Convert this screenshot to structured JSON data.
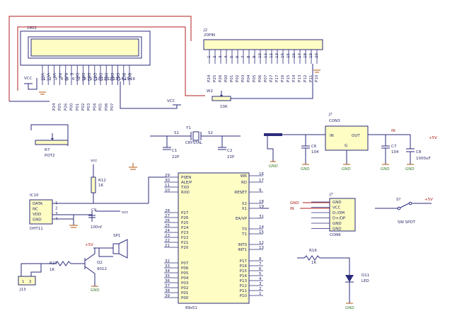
{
  "lcd": {
    "name": "1602",
    "pins": [
      "VSS",
      "VCC",
      "V0",
      "RS",
      "R/W",
      "E",
      "DB0",
      "DB1",
      "DB2",
      "DB3",
      "DB4",
      "DB5",
      "DB6",
      "DB7",
      "BLA",
      "BLK"
    ],
    "pin_numbers": [
      "1",
      "2",
      "3",
      "4",
      "5",
      "6",
      "7",
      "8",
      "9",
      "10",
      "11",
      "12",
      "13",
      "14",
      "15",
      "16"
    ],
    "bus_labels": [
      "P24",
      "P25",
      "P26",
      "P00",
      "P01",
      "P02",
      "P03",
      "P04",
      "P05",
      "P06",
      "P07"
    ]
  },
  "header": {
    "ref": "J2",
    "name": "20PIN",
    "pins": [
      "P24",
      "P25",
      "P26",
      "P00",
      "P01",
      "P02",
      "P03",
      "P04",
      "P05",
      "P06",
      "P07",
      "P27",
      "P17",
      "P16",
      "P15",
      "P14",
      "P13",
      "P12",
      "P11",
      "P10"
    ],
    "pin_numbers": [
      "1",
      "2",
      "3",
      "4",
      "5",
      "6",
      "7",
      "8",
      "9",
      "10",
      "11",
      "12",
      "13",
      "14",
      "15",
      "16",
      "17",
      "18",
      "19",
      "20"
    ]
  },
  "w2": {
    "ref": "W2",
    "value": "10K"
  },
  "vcc_labels": {
    "left": "VCC",
    "mid": "VCC"
  },
  "r7": {
    "ref": "R7",
    "value": "POT2"
  },
  "crystal": {
    "ref": "Y1",
    "value": "CRYSTAL",
    "s1": "S1",
    "s2": "S2"
  },
  "c1": {
    "ref": "C1",
    "value": "22P"
  },
  "c2": {
    "ref": "C2",
    "value": "22P"
  },
  "regulator": {
    "ref": "J?",
    "name": "CON3",
    "in": "IN",
    "out": "OUT",
    "gnd": "G"
  },
  "c6": {
    "ref": "C6",
    "value": "104"
  },
  "c7": {
    "ref": "C7",
    "value": "104"
  },
  "c8": {
    "ref": "C8",
    "value": "1000uF"
  },
  "supply": {
    "in_label": "IN",
    "plus5": "+5V"
  },
  "r12": {
    "ref": "R12",
    "value": "1K",
    "top": "vcc"
  },
  "dht": {
    "ref": "IC10",
    "name": "DHT11",
    "pins": [
      "DATA",
      "NC",
      "VDD",
      "GND"
    ],
    "pin_numbers": [
      "1",
      "2",
      "3",
      "4"
    ]
  },
  "c9": {
    "ref": "C9",
    "value": "100nf",
    "net": "vcc"
  },
  "mcu": {
    "name": "89s51",
    "left_pins": [
      {
        "n": "29",
        "name": "PSEN"
      },
      {
        "n": "30",
        "name": "ALE/P"
      },
      {
        "n": "11",
        "name": "TXD"
      },
      {
        "n": "10",
        "name": "RXD"
      },
      {
        "n": "28",
        "name": "P27"
      },
      {
        "n": "27",
        "name": "P26"
      },
      {
        "n": "26",
        "name": "P25"
      },
      {
        "n": "25",
        "name": "P24"
      },
      {
        "n": "24",
        "name": "P23"
      },
      {
        "n": "23",
        "name": "P22"
      },
      {
        "n": "22",
        "name": "P21"
      },
      {
        "n": "21",
        "name": "P20"
      },
      {
        "n": "32",
        "name": "P07"
      },
      {
        "n": "33",
        "name": "P06"
      },
      {
        "n": "34",
        "name": "P05"
      },
      {
        "n": "35",
        "name": "P04"
      },
      {
        "n": "36",
        "name": "P03"
      },
      {
        "n": "37",
        "name": "P02"
      },
      {
        "n": "38",
        "name": "P01"
      },
      {
        "n": "39",
        "name": "P00"
      }
    ],
    "right_pins": [
      {
        "n": "16",
        "name": "WR"
      },
      {
        "n": "17",
        "name": "RD"
      },
      {
        "n": "9",
        "name": "RESET"
      },
      {
        "n": "18",
        "name": "X2"
      },
      {
        "n": "19",
        "name": "X1"
      },
      {
        "n": "31",
        "name": "EA/VP"
      },
      {
        "n": "14",
        "name": "T0"
      },
      {
        "n": "15",
        "name": "T1"
      },
      {
        "n": "12",
        "name": "INT0"
      },
      {
        "n": "13",
        "name": "INT1"
      },
      {
        "n": "8",
        "name": "P17"
      },
      {
        "n": "7",
        "name": "P16"
      },
      {
        "n": "6",
        "name": "P15"
      },
      {
        "n": "5",
        "name": "P14"
      },
      {
        "n": "4",
        "name": "P13"
      },
      {
        "n": "3",
        "name": "P12"
      },
      {
        "n": "2",
        "name": "P11"
      },
      {
        "n": "1",
        "name": "P10"
      }
    ]
  },
  "sp1": {
    "ref": "SP1",
    "plus5": "+5V"
  },
  "r23": {
    "ref": "R23",
    "value": "1K"
  },
  "q2": {
    "ref": "Q2",
    "value": "9012"
  },
  "j13": {
    "ref": "J13",
    "pins": [
      "1",
      "2"
    ]
  },
  "con6": {
    "ref": "J?",
    "name": "CON6",
    "pins": [
      "GND",
      "VCC",
      "D-/DM",
      "D+/DP",
      "GND",
      "GND"
    ],
    "left_gnd": "GND",
    "left_in": "IN"
  },
  "s7": {
    "ref": "S?",
    "value": "SW SPDT",
    "plus5": "+5V"
  },
  "r16": {
    "ref": "R16",
    "value": "1K"
  },
  "d11": {
    "ref": "D11",
    "value": "LED"
  },
  "gnd_label": "GND",
  "colors": {
    "wire": "#2b2b7c",
    "body": "#fdfdc4",
    "red_wire": "#b02020",
    "gnd": "#b05a10"
  }
}
